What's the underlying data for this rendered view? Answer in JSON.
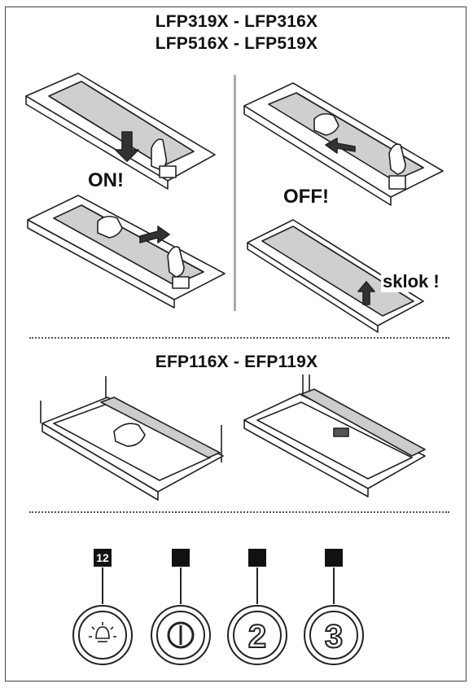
{
  "titles": {
    "line1": "LFP319X - LFP316X",
    "line2": "LFP516X - LFP519X",
    "efp": "EFP116X - EFP119X"
  },
  "labels": {
    "on": "ON!",
    "off": "OFF!",
    "sklok": "sklok !"
  },
  "indicators": [
    {
      "text": "12"
    },
    {
      "text": ""
    },
    {
      "text": ""
    },
    {
      "text": ""
    }
  ],
  "buttons": [
    {
      "icon": "light-bulb-icon",
      "glyph": ""
    },
    {
      "icon": "power-icon",
      "glyph": ""
    },
    {
      "icon": "speed-2-icon",
      "glyph": "2"
    },
    {
      "icon": "speed-3-icon",
      "glyph": "3"
    }
  ]
}
